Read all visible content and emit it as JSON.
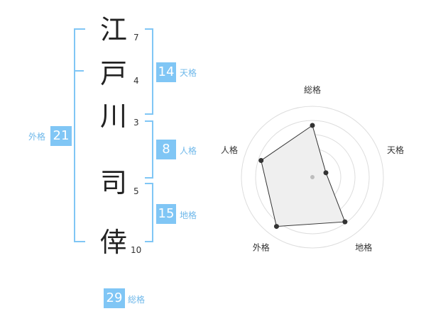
{
  "name": {
    "chars": [
      {
        "char": "江",
        "strokes": "7"
      },
      {
        "char": "戸",
        "strokes": "4"
      },
      {
        "char": "川",
        "strokes": "3"
      },
      {
        "char": "司",
        "strokes": "5"
      },
      {
        "char": "倖",
        "strokes": "10"
      }
    ]
  },
  "fortune": {
    "tenkaku": {
      "value": "14",
      "label": "天格"
    },
    "jinkaku": {
      "value": "8",
      "label": "人格"
    },
    "chikaku": {
      "value": "15",
      "label": "地格"
    },
    "gaikaku": {
      "value": "21",
      "label": "外格"
    },
    "soukaku": {
      "value": "29",
      "label": "総格"
    }
  },
  "colors": {
    "accent": "#80c6f5",
    "label": "#6fb8ea",
    "fill": "#efefef"
  },
  "chart_data": {
    "type": "radar",
    "axes": [
      "総格",
      "天格",
      "地格",
      "外格",
      "人格"
    ],
    "values": [
      0.73,
      0.2,
      0.78,
      0.86,
      0.76
    ],
    "rings": 5,
    "range": [
      0,
      1
    ]
  }
}
